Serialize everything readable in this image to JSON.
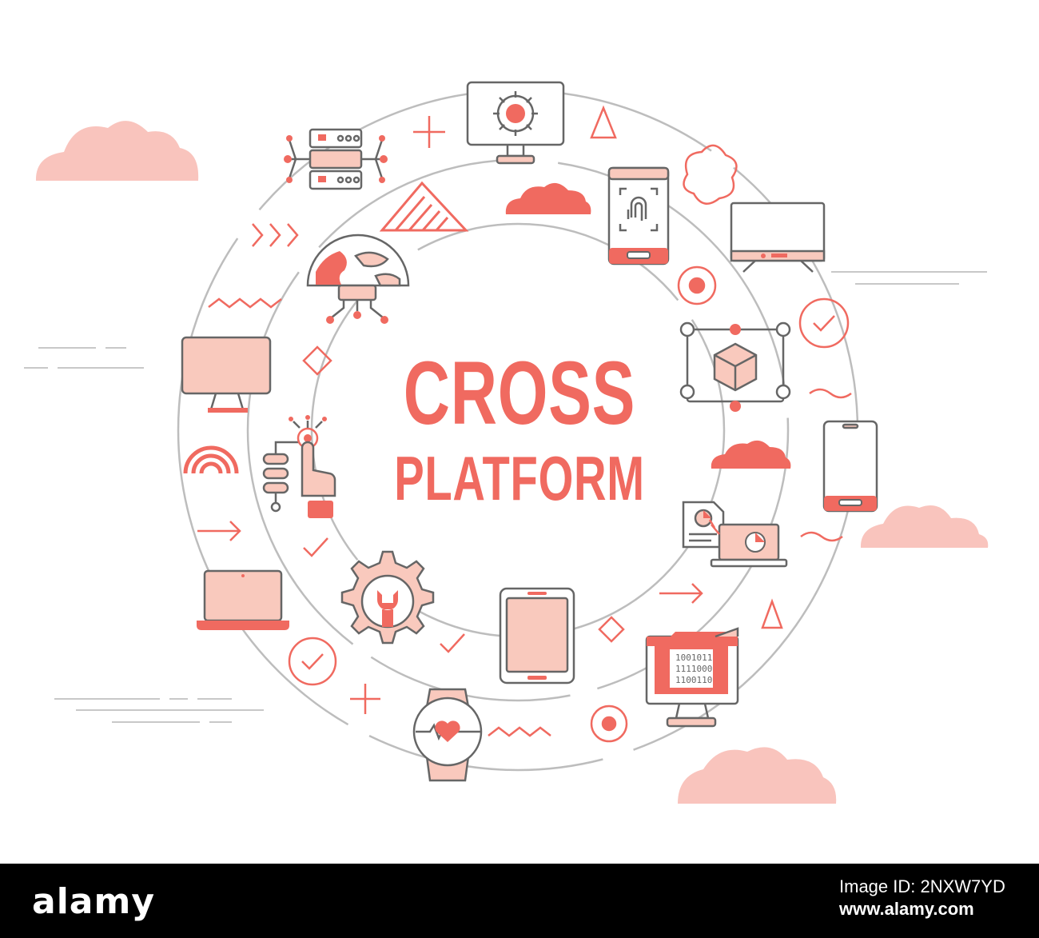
{
  "headline": {
    "line1": "CROSS",
    "line2": "PLATFORM"
  },
  "footer": {
    "brand": "alamy",
    "code_label": "Image ID: 2NXW7YD",
    "code_value": "www.alamy.com"
  },
  "colors": {
    "accent": "#f06a60",
    "icon_fill": "#f9c9bd",
    "cloud": "#f9c4bd",
    "outline": "#666666",
    "ring": "#bdbdbd",
    "footer_bg": "#000000"
  },
  "icons": [
    "monitor-gear-icon",
    "server-network-icon",
    "smartphone-fingerprint-icon",
    "tv-monitor-icon",
    "globe-network-icon",
    "desktop-monitor-icon",
    "cube-network-icon",
    "smartphone-icon",
    "hand-touch-flow-icon",
    "presentation-laptop-icon",
    "laptop-icon",
    "gear-wrench-icon",
    "tablet-icon",
    "binary-code-monitor-icon",
    "smartwatch-heart-icon"
  ]
}
